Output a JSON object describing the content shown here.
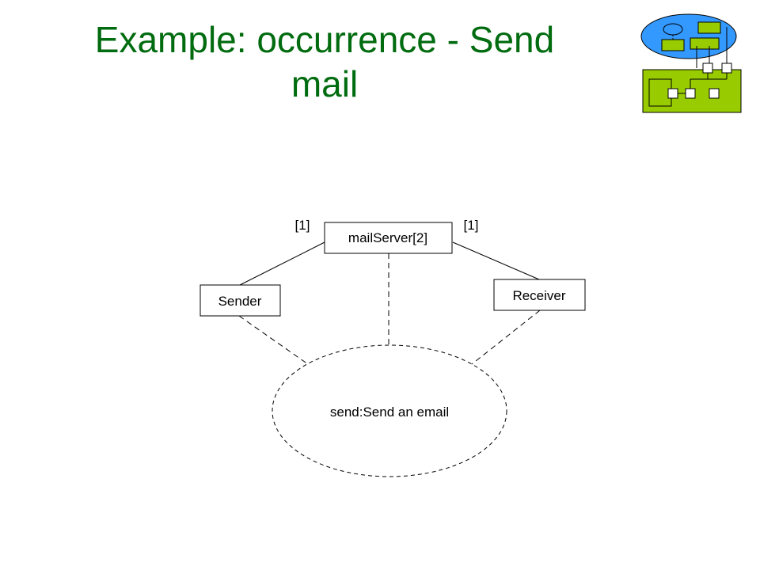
{
  "slide": {
    "title_line1": "Example: occurrence - Send",
    "title_line2": "mail"
  },
  "logo": {
    "icon": "system-structure-logo-icon",
    "colors": {
      "ellipse": "#3399ff",
      "boxes": "#99cc00"
    }
  },
  "diagram": {
    "nodes": {
      "mail_server": "mailServer[2]",
      "sender": "Sender",
      "receiver": "Receiver",
      "collaboration": "send:Send an email"
    },
    "multiplicities": {
      "left": "[1]",
      "right": "[1]"
    }
  }
}
